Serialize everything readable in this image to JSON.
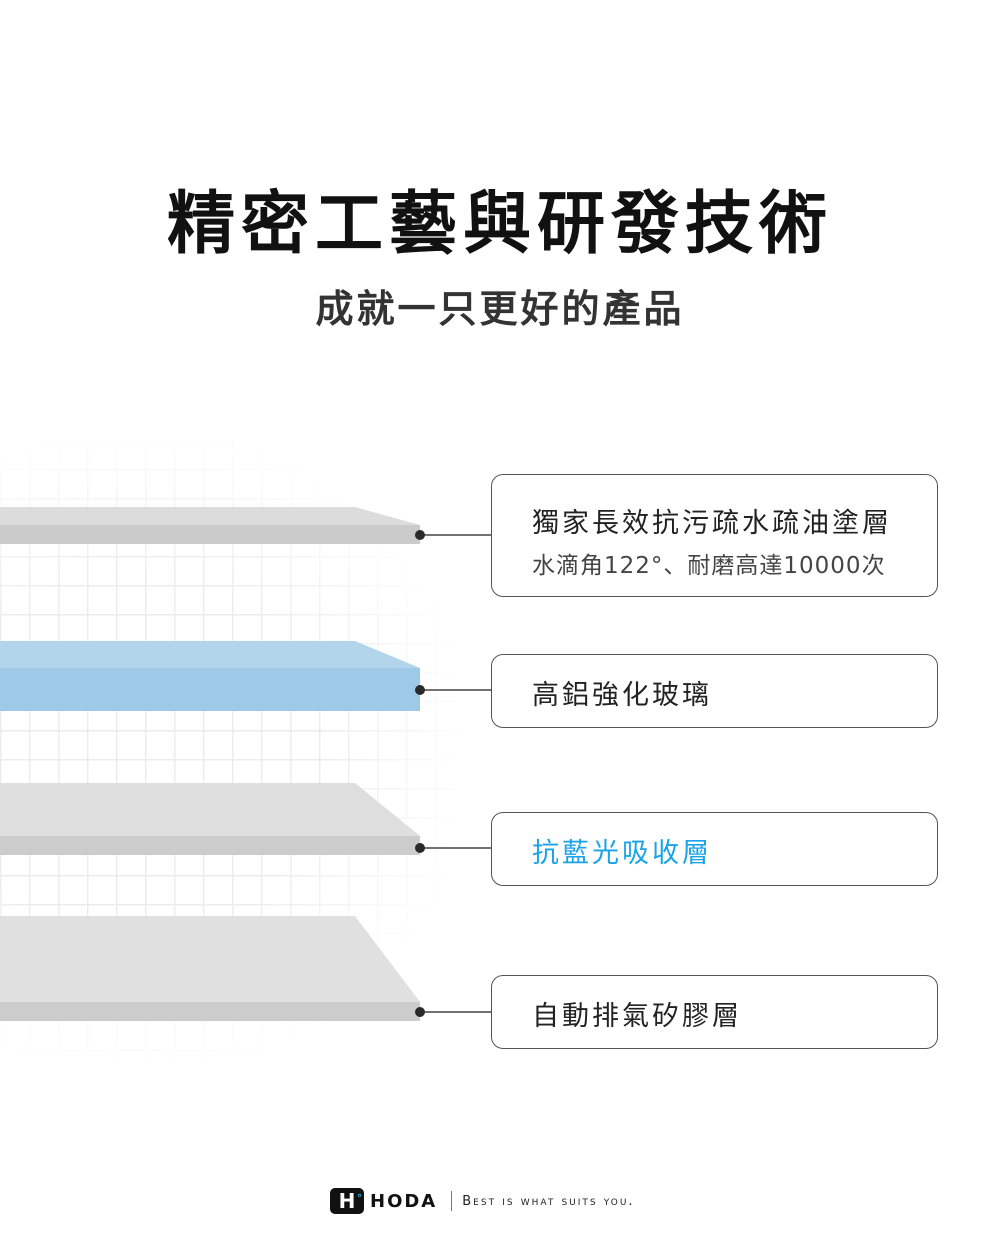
{
  "header": {
    "title": "精密工藝與研發技術",
    "subtitle": "成就一只更好的產品"
  },
  "layers": [
    {
      "title": "獨家長效抗污疏水疏油塗層",
      "detail": "水滴角122°、耐磨高達10000次",
      "color": "#222222"
    },
    {
      "title": "高鋁強化玻璃",
      "color": "#222222"
    },
    {
      "title": "抗藍光吸收層",
      "color": "#1aa3e8"
    },
    {
      "title": "自動排氣矽膠層",
      "color": "#222222"
    }
  ],
  "footer": {
    "logo_letter": "H",
    "brand": "HODA",
    "slogan": "Best is what suits you."
  }
}
